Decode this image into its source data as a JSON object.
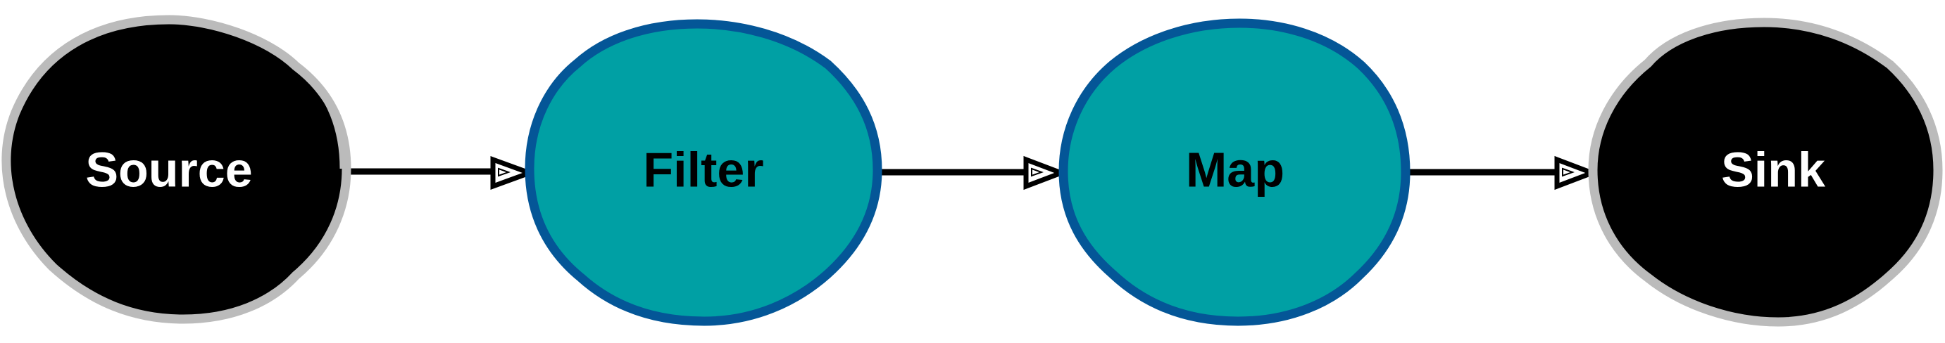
{
  "diagram": {
    "nodes": [
      {
        "id": "source",
        "label": "Source",
        "fill": "#000000",
        "stroke": "#BBBBBB",
        "text": "#FFFFFF"
      },
      {
        "id": "filter",
        "label": "Filter",
        "fill": "#00A0A4",
        "stroke": "#045697",
        "text": "#000000"
      },
      {
        "id": "map",
        "label": "Map",
        "fill": "#00A0A4",
        "stroke": "#045697",
        "text": "#000000"
      },
      {
        "id": "sink",
        "label": "Sink",
        "fill": "#000000",
        "stroke": "#BBBBBB",
        "text": "#FFFFFF"
      }
    ],
    "edges": [
      {
        "from": "source",
        "to": "filter"
      },
      {
        "from": "filter",
        "to": "map"
      },
      {
        "from": "map",
        "to": "sink"
      }
    ],
    "edge_color": "#000000"
  }
}
